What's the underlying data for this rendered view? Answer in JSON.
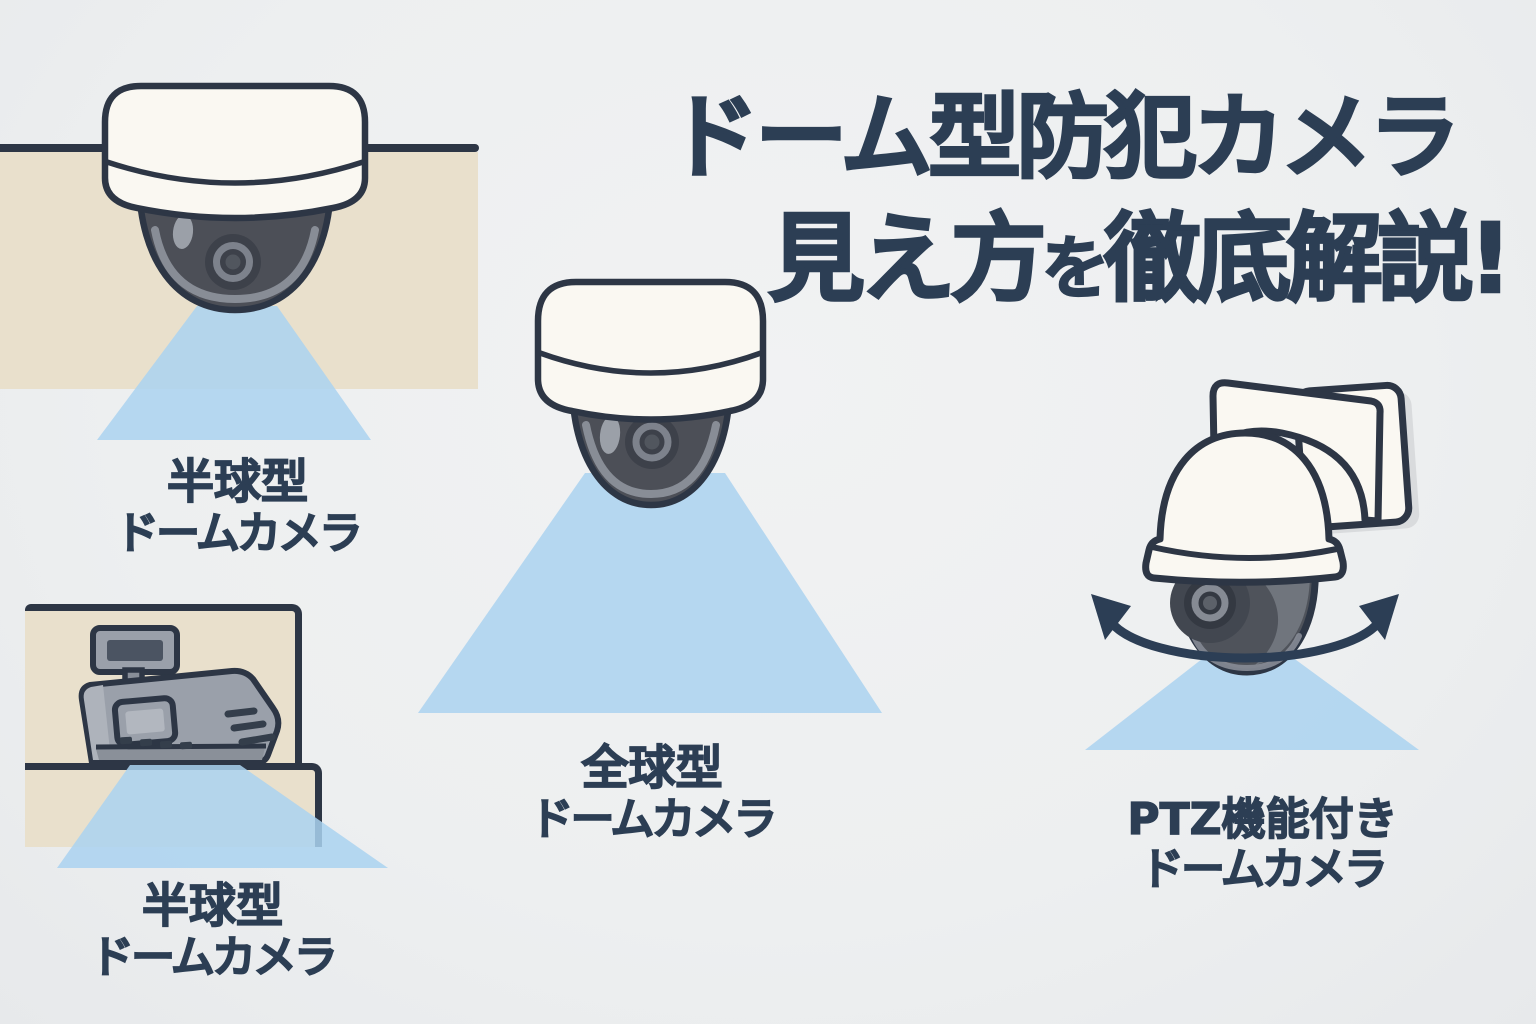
{
  "title": {
    "line1": "ドーム型防犯カメラ",
    "line2_prefix": "見え方",
    "line2_particle": "を",
    "line2_suffix": "徹底解説!"
  },
  "scenes": {
    "ceiling_dome": {
      "label_line1": "半球型",
      "label_line2": "ドームカメラ"
    },
    "register_view": {
      "label_line1": "半球型",
      "label_line2": "ドームカメラ"
    },
    "full_dome": {
      "label_line1": "全球型",
      "label_line2": "ドームカメラ"
    },
    "ptz_dome": {
      "label_line1": "PTZ機能付き",
      "label_line2": "ドームカメラ"
    }
  },
  "illustrations": {
    "ceiling_dome_camera": "hemispherical-dome-camera-on-ceiling",
    "register_scene": "cash-register-with-view-cone",
    "full_dome_camera": "full-sphere-dome-camera",
    "ptz_dome_camera": "ptz-dome-camera-with-rotation-arrows"
  },
  "colors": {
    "background": "#edeff0",
    "text_navy": "#2c3e54",
    "outline_navy": "#2d3645",
    "ceiling_beige": "#e9e0cc",
    "camera_white": "#faf8f2",
    "dome_gray": "#4c4f57",
    "view_cone_blue": "#b5d6ed",
    "bracket_shadow": "#d9dbdd"
  }
}
